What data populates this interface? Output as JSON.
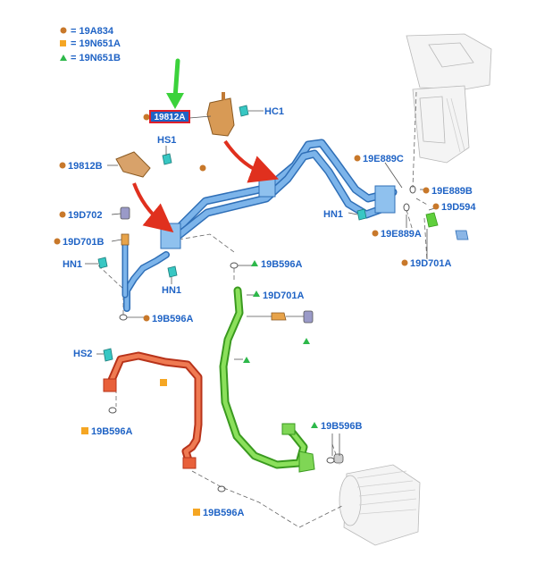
{
  "legend": {
    "items": [
      {
        "marker": "circle",
        "color": "#c8782a",
        "text": "= 19A834"
      },
      {
        "marker": "square",
        "color": "#f5a623",
        "text": "= 19N651A"
      },
      {
        "marker": "triangle",
        "color": "#2db84a",
        "text": "= 19N651B"
      }
    ]
  },
  "colors": {
    "label": "#1f63c5",
    "highlight_box": "#e0202a",
    "arrow_red": "#e0301e",
    "arrow_green": "#3bd23b",
    "pipe_blue": "#6aa8e6",
    "pipe_red": "#e25a32",
    "pipe_green": "#5fcf3c"
  },
  "labels": {
    "highlighted_part": "19812A",
    "hc1": "HC1",
    "hs1": "HS1",
    "p19812b": "19812B",
    "p19d702": "19D702",
    "p19d701b": "19D701B",
    "hn1_left": "HN1",
    "hn1_mid": "HN1",
    "p19b596a_1": "19B596A",
    "hs2": "HS2",
    "p19b596a_2": "19B596A",
    "p19b596a_3": "19B596A",
    "p19b596a_4": "19B596A",
    "p19d701a_1": "19D701A",
    "p19b596b": "19B596B",
    "p19e889c": "19E889C",
    "p19e889b": "19E889B",
    "hn1_right": "HN1",
    "p19d594": "19D594",
    "p19e889a": "19E889A",
    "p19d701a_2": "19D701A"
  }
}
